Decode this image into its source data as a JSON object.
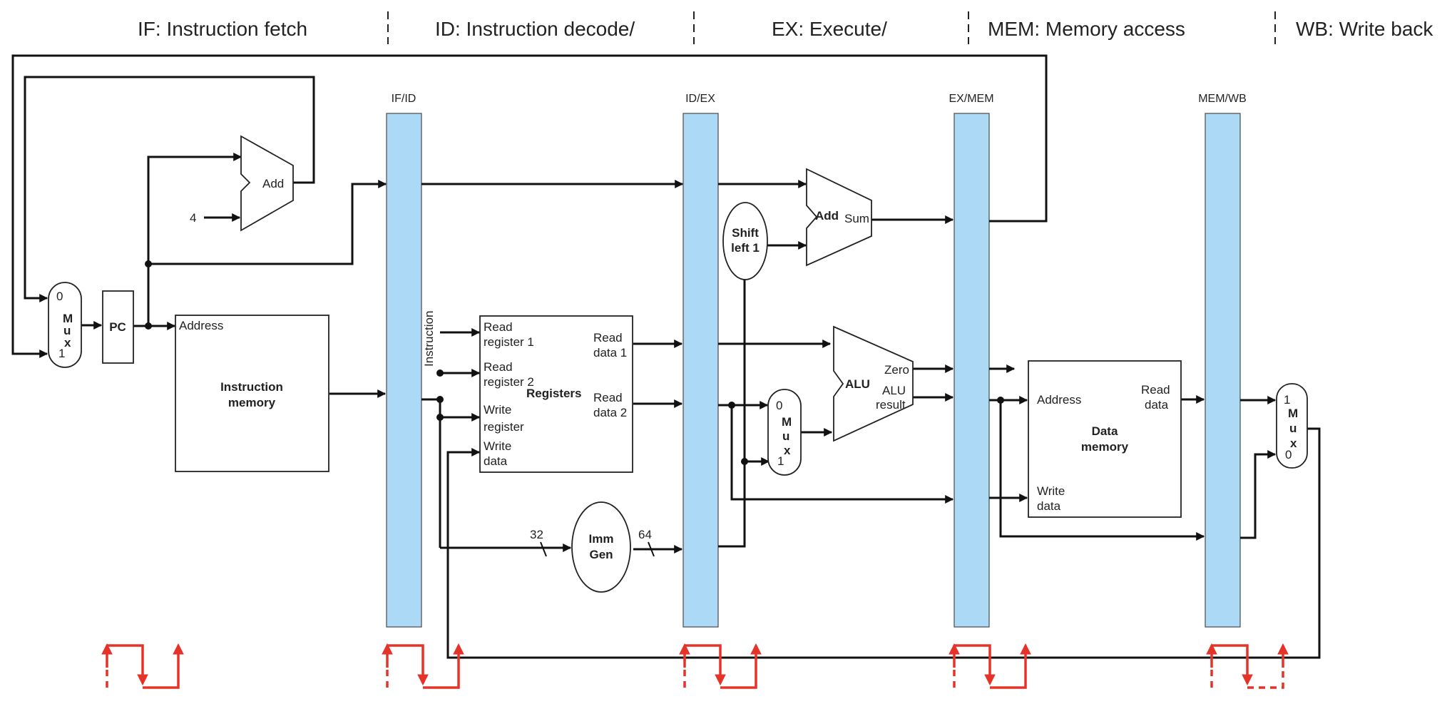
{
  "colors": {
    "pipeline_register_fill": "#acd9f5",
    "wire": "#111111",
    "clock": "#e5332a"
  },
  "stages": {
    "if": "IF: Instruction fetch",
    "id": "ID: Instruction decode/",
    "ex": "EX: Execute/",
    "mem": "MEM: Memory access",
    "wb": "WB: Write back"
  },
  "pipeline_registers": {
    "if_id": "IF/ID",
    "id_ex": "ID/EX",
    "ex_mem": "EX/MEM",
    "mem_wb": "MEM/WB"
  },
  "if_stage": {
    "adder": "Add",
    "constant_four": "4",
    "pc": "PC",
    "mux_zero": "0",
    "mux_m": "M",
    "mux_u": "u",
    "mux_x": "x",
    "mux_one": "1",
    "imem_address": "Address",
    "imem_line1": "Instruction",
    "imem_line2": "memory"
  },
  "id_stage": {
    "instruction_wire": "Instruction",
    "rf_read_reg1_a": "Read",
    "rf_read_reg1_b": "register 1",
    "rf_read_reg2_a": "Read",
    "rf_read_reg2_b": "register 2",
    "rf_write_reg_a": "Write",
    "rf_write_reg_b": "register",
    "rf_write_data_a": "Write",
    "rf_write_data_b": "data",
    "rf_name": "Registers",
    "rf_read_data1_a": "Read",
    "rf_read_data1_b": "data 1",
    "rf_read_data2_a": "Read",
    "rf_read_data2_b": "data 2",
    "imm_gen_a": "Imm",
    "imm_gen_b": "Gen",
    "width_in": "32",
    "width_out": "64"
  },
  "ex_stage": {
    "shift_a": "Shift",
    "shift_b": "left 1",
    "branch_adder": "Add",
    "sum": "Sum",
    "alu": "ALU",
    "zero": "Zero",
    "alu_result_a": "ALU",
    "alu_result_b": "result",
    "mux_zero": "0",
    "mux_m": "M",
    "mux_u": "u",
    "mux_x": "x",
    "mux_one": "1"
  },
  "mem_stage": {
    "address": "Address",
    "read_data_a": "Read",
    "read_data_b": "data",
    "write_data_a": "Write",
    "write_data_b": "data",
    "dmem_a": "Data",
    "dmem_b": "memory"
  },
  "wb_stage": {
    "mux_one": "1",
    "mux_m": "M",
    "mux_u": "u",
    "mux_x": "x",
    "mux_zero": "0"
  }
}
